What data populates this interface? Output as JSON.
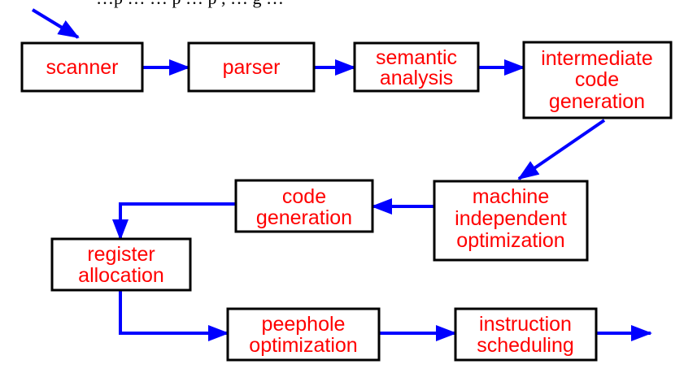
{
  "caption": "…p … … p … p , … g …",
  "stages": {
    "scanner": "scanner",
    "parser": "parser",
    "semantic_analysis": [
      "semantic",
      "analysis"
    ],
    "intermediate_code_generation": [
      "intermediate",
      "code",
      "generation"
    ],
    "machine_independent_optimization": [
      "machine",
      "independent",
      "optimization"
    ],
    "code_generation": [
      "code",
      "generation"
    ],
    "register_allocation": [
      "register",
      "allocation"
    ],
    "peephole_optimization": [
      "peephole",
      "optimization"
    ],
    "instruction_scheduling": [
      "instruction",
      "scheduling"
    ]
  },
  "colors": {
    "arrow": "#0000ff",
    "label": "#ff0000",
    "box_border": "#000000"
  }
}
